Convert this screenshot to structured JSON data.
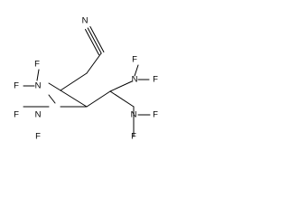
{
  "molecule": {
    "atom_labels": {
      "nitrile_n": "N",
      "n1": "N",
      "f1a": "F",
      "f1b": "F",
      "n2": "N",
      "f2a": "F",
      "f2b": "F",
      "n3": "N",
      "f3a": "F",
      "f3b": "F",
      "n4": "N",
      "f4a": "F",
      "f4b": "F"
    },
    "colors": {
      "bond": "#000000",
      "label": "#000000",
      "background": "#ffffff"
    }
  }
}
